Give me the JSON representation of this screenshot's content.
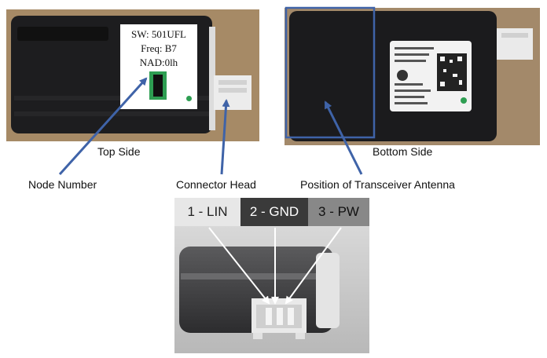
{
  "captions": {
    "top_side": "Top Side",
    "bottom_side": "Bottom Side",
    "node_number": "Node Number",
    "connector_head": "Connector Head",
    "antenna": "Position of Transceiver Antenna"
  },
  "top_label": {
    "sw": "SW: 501UFL",
    "freq": "Freq: B7",
    "nad": "NAD:0lh",
    "node_digit": "1"
  },
  "connector_pins": [
    {
      "label": "1 - LIN",
      "bg": "#e7e7e7",
      "fg": "#222222"
    },
    {
      "label": "2 - GND",
      "bg": "#3a3a3a",
      "fg": "#ffffff"
    },
    {
      "label": "3 - PW",
      "bg": "#888888",
      "fg": "#111111"
    }
  ],
  "colors": {
    "arrow": "#3f63a8",
    "antenna_box": "#3f63a8",
    "node_badge": "#2e9e52"
  }
}
